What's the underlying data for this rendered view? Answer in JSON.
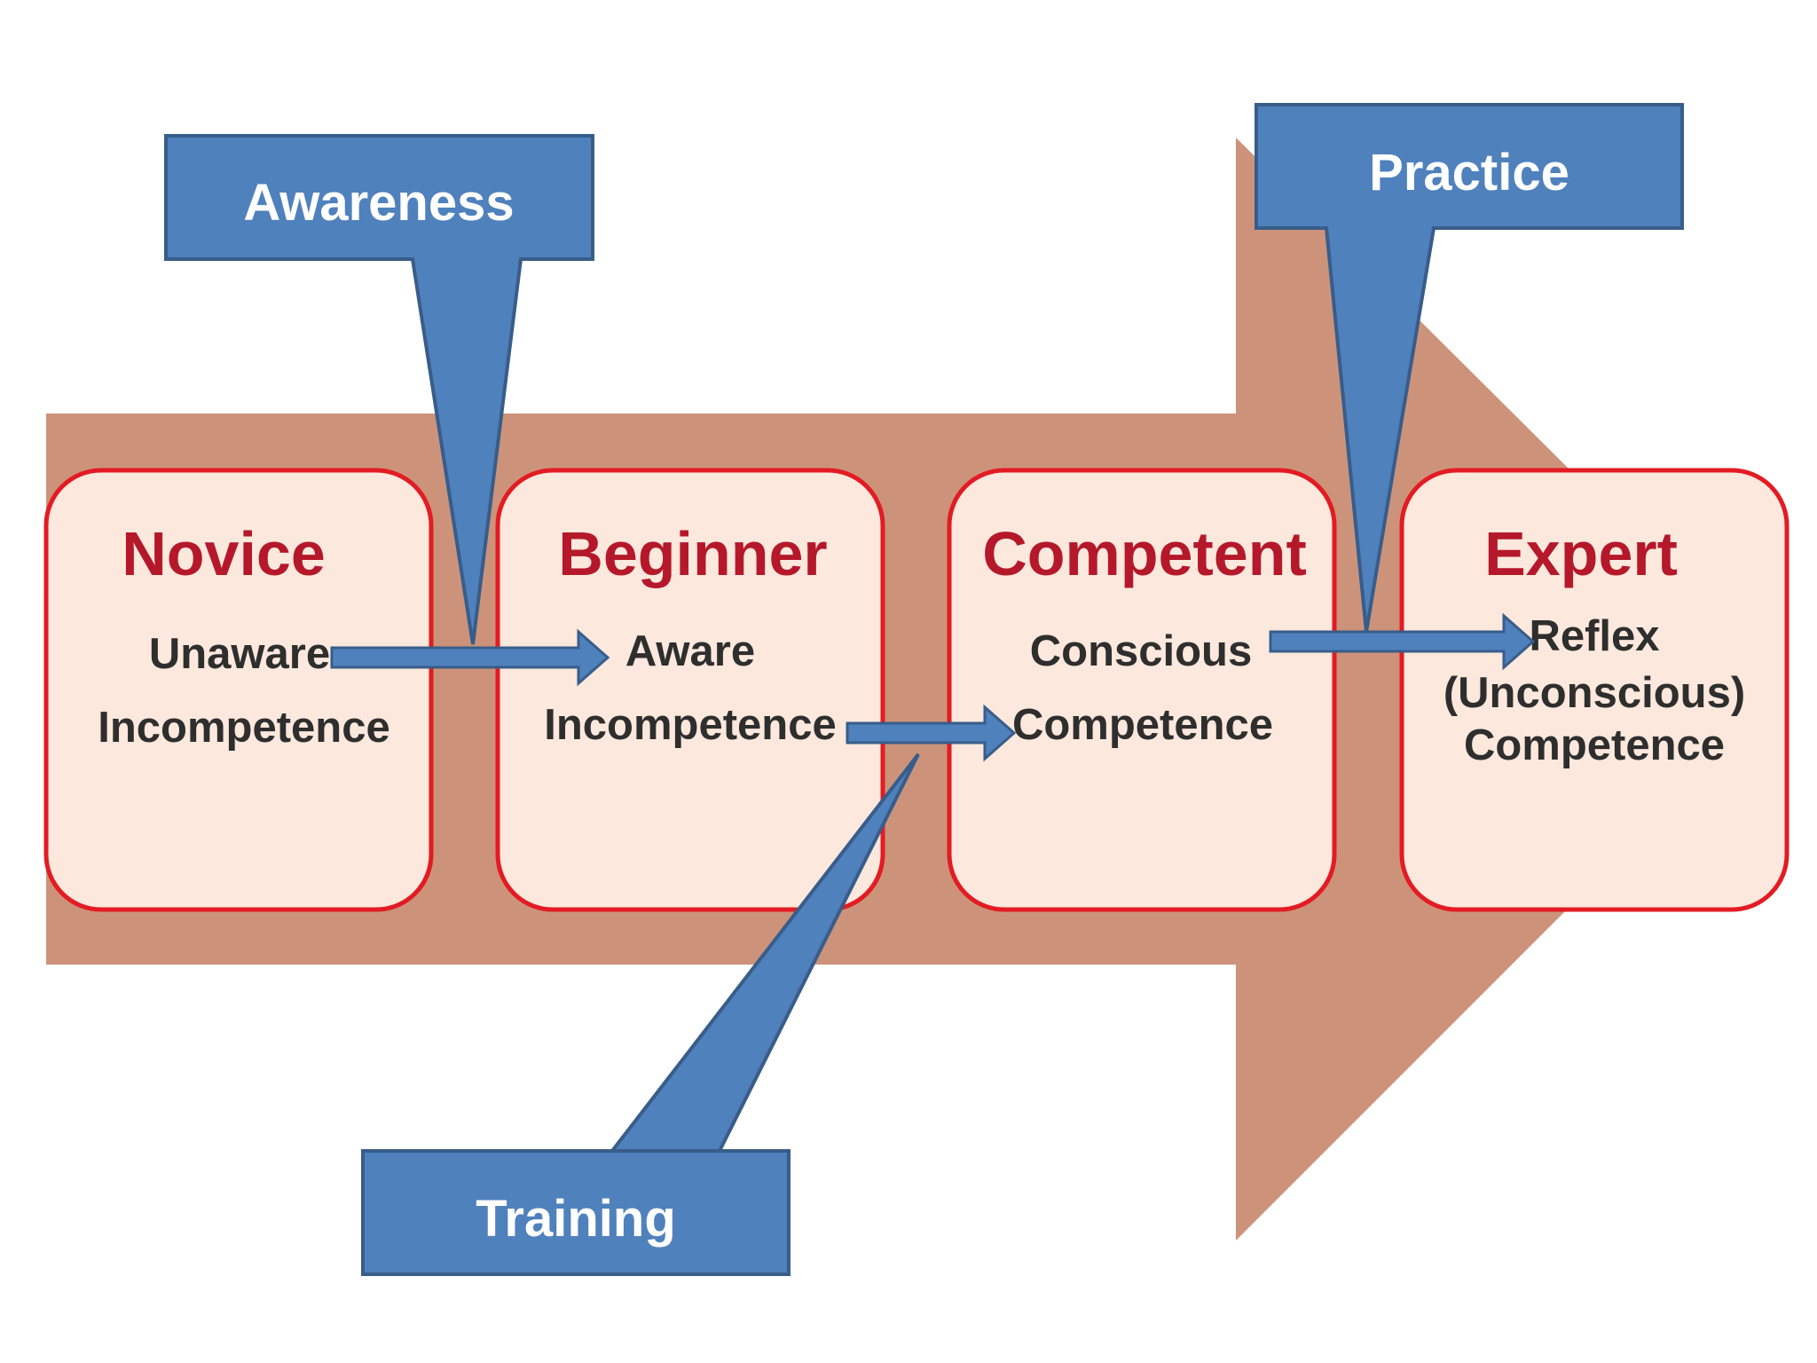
{
  "colors": {
    "big_arrow": "#cc937a",
    "stage_fill": "#fce8dc",
    "stage_border": "#e31b23",
    "stage_title": "#b5182a",
    "stage_text": "#2e2e2e",
    "callout_fill": "#4f81bd",
    "callout_border": "#385d8a",
    "callout_text": "#ffffff"
  },
  "stages": [
    {
      "title": "Novice",
      "lines": [
        "Unaware",
        "Incompetence"
      ]
    },
    {
      "title": "Beginner",
      "lines": [
        "Aware",
        "Incompetence"
      ]
    },
    {
      "title": "Competent",
      "lines": [
        "Conscious",
        "Competence"
      ]
    },
    {
      "title": "Expert",
      "lines": [
        "Reflex",
        "(Unconscious)",
        "Competence"
      ]
    }
  ],
  "callouts": {
    "awareness": "Awareness",
    "practice": "Practice",
    "training": "Training"
  }
}
